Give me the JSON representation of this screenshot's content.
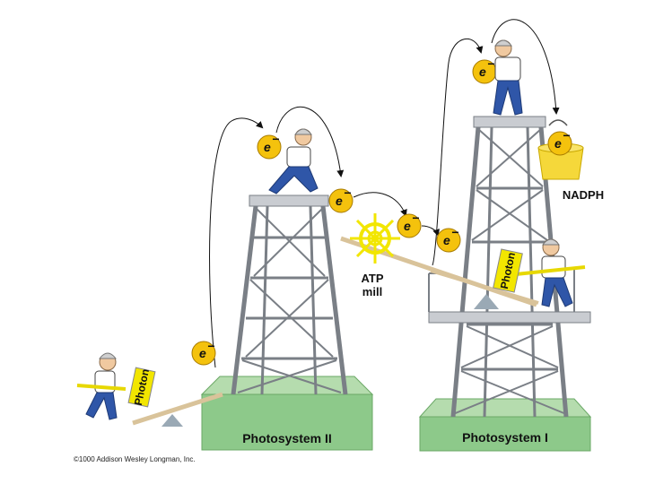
{
  "labels": {
    "photosystem_ii": "Photosystem II",
    "photosystem_i": "Photosystem I",
    "atp_line1": "ATP",
    "atp_line2": "mill",
    "nadph": "NADPH",
    "electron": "e",
    "electron_charge": "−",
    "photon": "Photon",
    "copyright": "©1000 Addison Wesley Longman, Inc."
  },
  "colors": {
    "platform_green": "#8dc98a",
    "electron_yellow": "#f4c20d",
    "photon_yellow": "#f2e600",
    "tower_gray": "#c9ccd1",
    "shirt_white": "#ffffff",
    "jeans_blue": "#2f56a8"
  }
}
